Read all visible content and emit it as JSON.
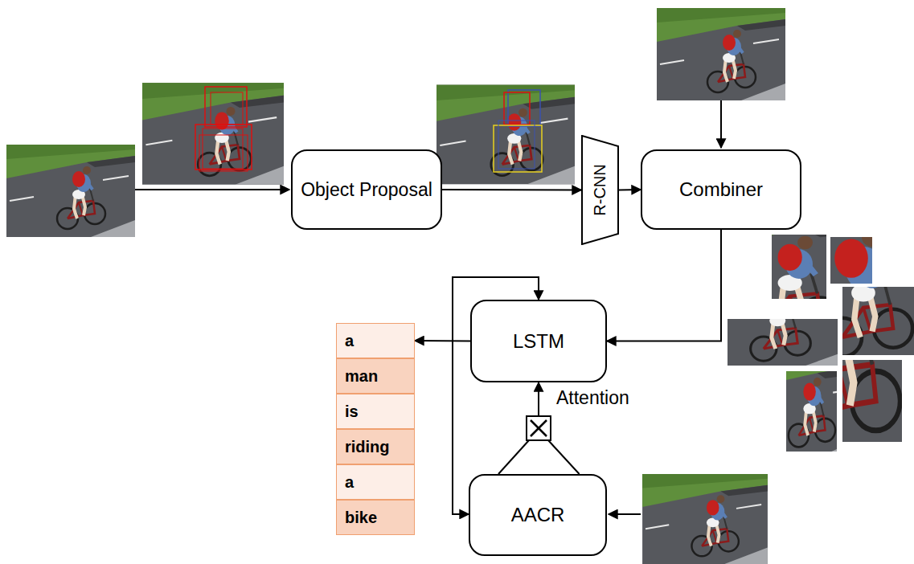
{
  "diagram": {
    "nodes": [
      {
        "text": [
          "Object Proposal"
        ]
      },
      {
        "text": [
          "R-CNN"
        ]
      },
      {
        "text": [
          "Combiner"
        ]
      },
      {
        "text": [
          "LSTM"
        ]
      },
      {
        "text": [
          "a"
        ]
      },
      {
        "text": [
          "man"
        ]
      },
      {
        "text": [
          "is"
        ]
      },
      {
        "text": [
          "riding"
        ]
      },
      {
        "text": [
          "a"
        ]
      },
      {
        "text": [
          "bike"
        ]
      },
      {
        "text": [
          "AACR"
        ]
      }
    ],
    "edges": [
      {
        "from": 0,
        "to": 1,
        "arrow": "to"
      },
      {
        "from": 1,
        "to": 2,
        "arrow": "to"
      },
      {
        "from": 2,
        "to": 3,
        "arrow": "to"
      },
      {
        "from": 3,
        "to": 4,
        "arrow": "to"
      },
      {
        "from": 10,
        "to": 3,
        "label": "Attention",
        "arrow": "to"
      },
      {
        "from": 3,
        "to": 10,
        "arrow": "both"
      }
    ]
  }
}
